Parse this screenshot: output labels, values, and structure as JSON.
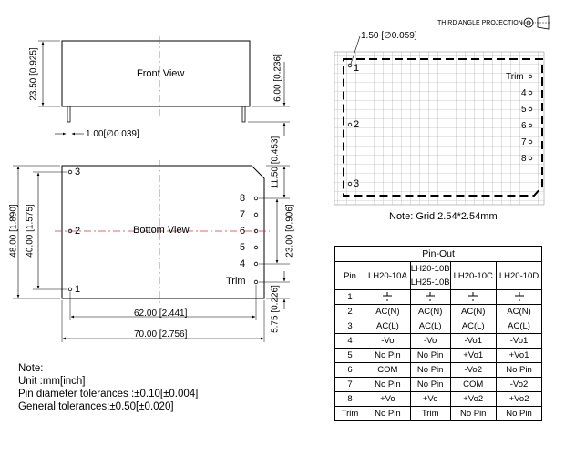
{
  "projection": {
    "label": "THIRD ANGLE PROJECTION",
    "icon": "third-angle-projection-icon"
  },
  "front_view": {
    "title": "Front View",
    "height_dim": "23.50 [0.925]",
    "pin_height_dim": "6.00 [0.236]",
    "pin_diameter": "1.00[∅0.039]"
  },
  "bottom_view": {
    "title": "Bottom View",
    "height_dim": "48.00 [1.890]",
    "pin_span_dim": "40.00 [1.575]",
    "width_inner_dim": "62.00 [2.441]",
    "width_outer_dim": "70.00 [2.756]",
    "right_top_dim": "11.50 [0.453]",
    "right_mid_dim": "23.00 [0.906]",
    "right_bottom_dim": "5.75 [0.226]",
    "left_pins": [
      "3",
      "2",
      "1"
    ],
    "right_pins": [
      "8",
      "7",
      "6",
      "5",
      "4",
      "Trim"
    ]
  },
  "grid_view": {
    "hole_dim": "1.50 [∅0.059]",
    "left_pins": [
      "1",
      "2",
      "3"
    ],
    "right_pins": [
      "Trim",
      "4",
      "5",
      "6",
      "7",
      "8"
    ],
    "note": "Note: Grid 2.54*2.54mm"
  },
  "notes": [
    "Note:",
    "Unit :mm[inch]",
    "Pin diameter tolerances :±0.10[±0.004]",
    "General tolerances:±0.50[±0.020]"
  ],
  "pinout": {
    "title": "Pin-Out",
    "pin_header": "Pin",
    "models": [
      "LH20-10A",
      "LH20-10B",
      "LH25-10B",
      "LH20-10C",
      "LH20-10D"
    ],
    "rows": [
      {
        "pin": "1",
        "ground": true,
        "a": "",
        "b": "",
        "c": "",
        "d": ""
      },
      {
        "pin": "2",
        "ground": false,
        "a": "AC(N)",
        "b": "AC(N)",
        "c": "AC(N)",
        "d": "AC(N)"
      },
      {
        "pin": "3",
        "ground": false,
        "a": "AC(L)",
        "b": "AC(L)",
        "c": "AC(L)",
        "d": "AC(L)"
      },
      {
        "pin": "4",
        "ground": false,
        "a": "-Vo",
        "b": "-Vo",
        "c": "-Vo1",
        "d": "-Vo1"
      },
      {
        "pin": "5",
        "ground": false,
        "a": "No Pin",
        "b": "No Pin",
        "c": "+Vo1",
        "d": "+Vo1"
      },
      {
        "pin": "6",
        "ground": false,
        "a": "COM",
        "b": "No Pin",
        "c": "-Vo2",
        "d": "No Pin"
      },
      {
        "pin": "7",
        "ground": false,
        "a": "No Pin",
        "b": "No Pin",
        "c": "COM",
        "d": "-Vo2"
      },
      {
        "pin": "8",
        "ground": false,
        "a": "+Vo",
        "b": "+Vo",
        "c": "+Vo2",
        "d": "+Vo2"
      },
      {
        "pin": "Trim",
        "ground": false,
        "a": "No Pin",
        "b": "Trim",
        "c": "No Pin",
        "d": "No Pin"
      }
    ]
  }
}
